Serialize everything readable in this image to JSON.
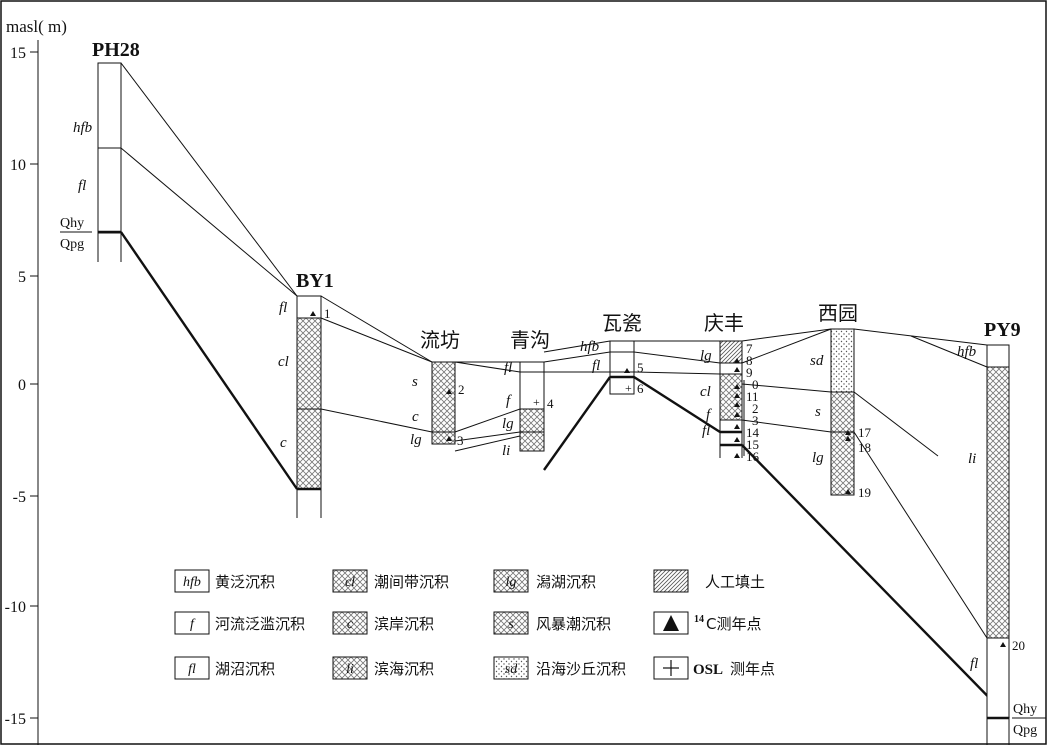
{
  "axis": {
    "unit_label": "masl( m)",
    "ticks": [
      "15",
      "10",
      "5",
      "0",
      "-5",
      "-10",
      "-15"
    ]
  },
  "sections": {
    "ph28": "PH28",
    "by1": "BY1",
    "liufang": "流坊",
    "qinggou": "青沟",
    "waci": "瓦瓷",
    "qingfeng": "庆丰",
    "xiyuan": "西园",
    "py9": "PY9"
  },
  "unit_labels": {
    "ph28_hfb": "hfb",
    "ph28_fl": "fl",
    "ph28_qhy": "Qhy",
    "ph28_qpg": "Qpg",
    "by1_fl": "fl",
    "by1_cl": "cl",
    "by1_c": "c",
    "liufang_s": "s",
    "liufang_c": "c",
    "liufang_lg": "lg",
    "qinggou_fl": "fl",
    "qinggou_f": "f",
    "qinggou_lg": "lg",
    "qinggou_li": "li",
    "waci_hfb": "hfb",
    "waci_fl": "fl",
    "qingfeng_lg": "lg",
    "qingfeng_cl": "cl",
    "qingfeng_f": "f",
    "qingfeng_fl": "fl",
    "xiyuan_sd": "sd",
    "xiyuan_s": "s",
    "xiyuan_lg": "lg",
    "py9_hfb": "hfb",
    "py9_li": "li",
    "py9_fl": "fl",
    "py9_qhy": "Qhy",
    "py9_qpg": "Qpg"
  },
  "sample_numbers": {
    "n1": "1",
    "n2": "2",
    "n3": "3",
    "n4": "4",
    "n5": "5",
    "n6": "6",
    "n7": "7",
    "n8": "8",
    "n9": "9",
    "n10": "0",
    "n11": "11",
    "n12": "2",
    "n13": "3",
    "n14": "14",
    "n15": "15",
    "n16": "16",
    "n17": "17",
    "n18": "18",
    "n19": "19",
    "n20": "20"
  },
  "legend": {
    "hfb_code": "hfb",
    "hfb_text": "黄泛沉积",
    "cl_code": "cl",
    "cl_text": "潮间带沉积",
    "lg_code": "lg",
    "lg_text": "潟湖沉积",
    "fill_text": "人工填土",
    "f_code": "f",
    "f_text": "河流泛滥沉积",
    "c_code": "c",
    "c_text": "滨岸沉积",
    "s_code": "s",
    "s_text": "风暴潮沉积",
    "c14_sup": "14",
    "c14_text": "C测年点",
    "fl_code": "fl",
    "fl_text": "湖沼沉积",
    "li_code": "li",
    "li_text": "滨海沉积",
    "sd_code": "sd",
    "sd_text": "沿海沙丘沉积",
    "osl_bold": "OSL",
    "osl_text": "测年点"
  },
  "colors": {
    "line": "#111111",
    "hatch": "#888888",
    "background": "#ffffff"
  }
}
